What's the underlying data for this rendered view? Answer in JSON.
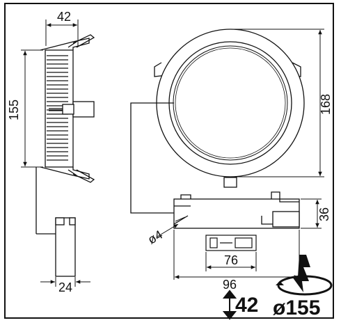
{
  "dimensions": {
    "side_width": "42",
    "side_height": "155",
    "outer_diameter": "168",
    "driver_height": "36",
    "screw": "ø4",
    "driver_inner": "76",
    "driver_total": "96",
    "connector": "24"
  },
  "badges": {
    "depth": "42",
    "cutout": "ø155"
  }
}
